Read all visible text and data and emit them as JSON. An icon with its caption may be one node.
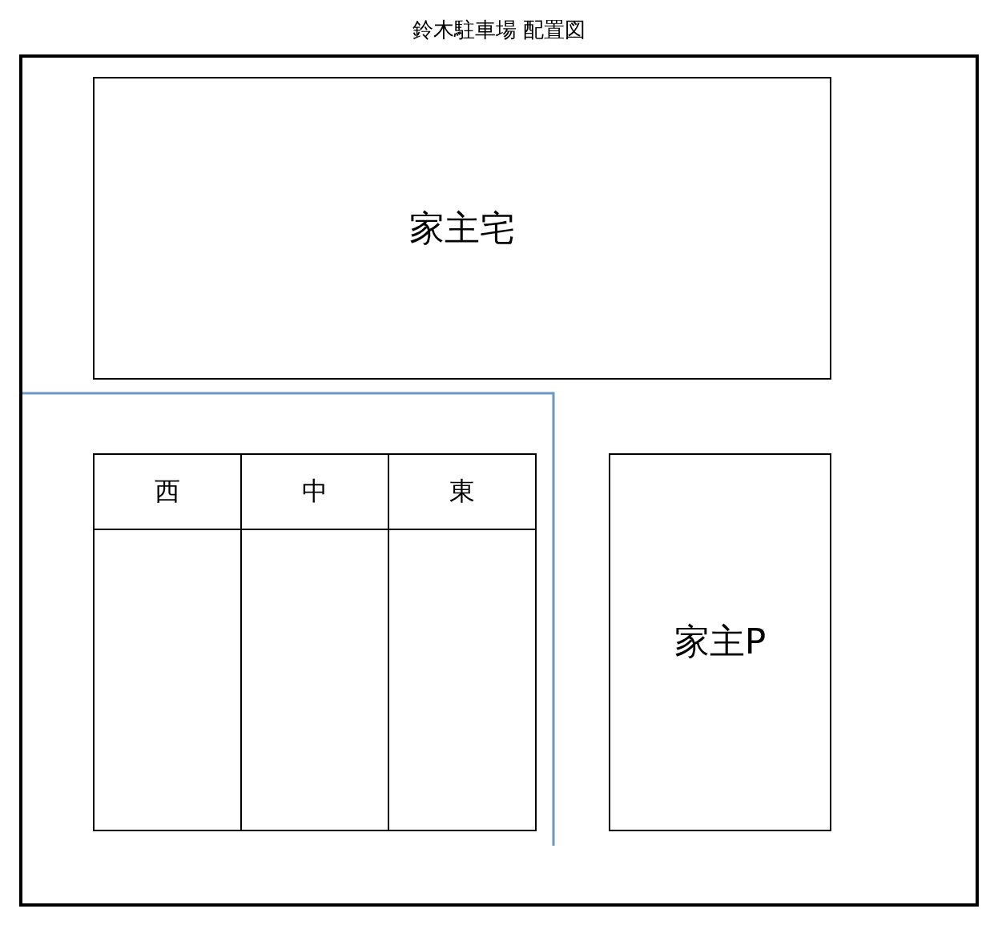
{
  "diagram": {
    "title": "鈴木駐車場 配置図",
    "nodes": [
      {
        "text": [],
        "shape": "box"
      },
      {
        "text": [
          "家主宅"
        ],
        "in": 0
      },
      {
        "text": [
          "西"
        ],
        "in": 0
      },
      {
        "text": [
          "中"
        ],
        "in": 0
      },
      {
        "text": [
          "東"
        ],
        "in": 0
      },
      {
        "text": [
          "家主P"
        ],
        "in": 0
      }
    ],
    "edges": []
  }
}
